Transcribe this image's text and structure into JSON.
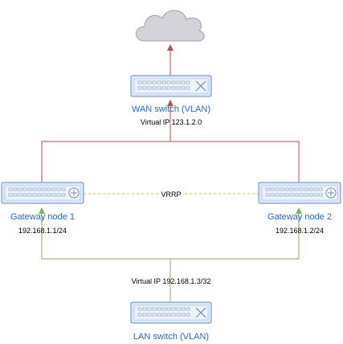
{
  "wan_switch": {
    "name": "WAN switch (VLAN)",
    "virtual_ip": "Virtual IP 123.1.2.0"
  },
  "gateway1": {
    "name": "Gateway node 1",
    "ip": "192.168.1.1/24"
  },
  "gateway2": {
    "name": "Gateway node 2",
    "ip": "192.168.1.2/24"
  },
  "vrrp": {
    "label": "VRRP"
  },
  "lan_switch": {
    "name": "LAN switch (VLAN)",
    "virtual_ip": "Virtual IP 192.168.1.3/32"
  },
  "colors": {
    "wan_link": "#b85450",
    "lan_link": "#82b366",
    "vrrp_link": "#d6b656",
    "device_fill": "#dae8fc",
    "device_stroke": "#6c8ebf",
    "cloud_fill": "#d3d3d9",
    "cloud_stroke": "#a0a0a8"
  },
  "icons": {
    "cloud": "cloud-icon",
    "switch": "network-switch-icon",
    "gateway": "router-icon"
  }
}
